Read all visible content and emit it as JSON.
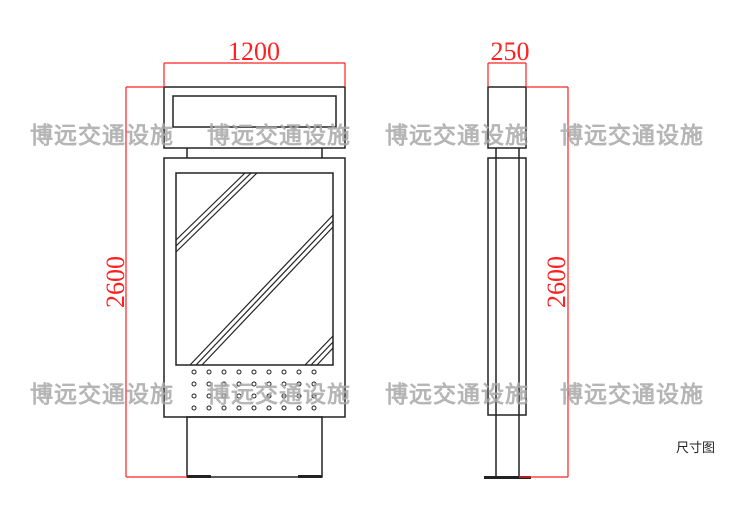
{
  "front_view": {
    "width_label": "1200",
    "height_label": "2600"
  },
  "side_view": {
    "width_label": "250",
    "height_label": "2600"
  },
  "watermark": "博远交通设施",
  "caption": "尺寸图",
  "colors": {
    "dimension": "#ff2020",
    "outline": "#222222",
    "watermark": "#a9a9a9"
  }
}
